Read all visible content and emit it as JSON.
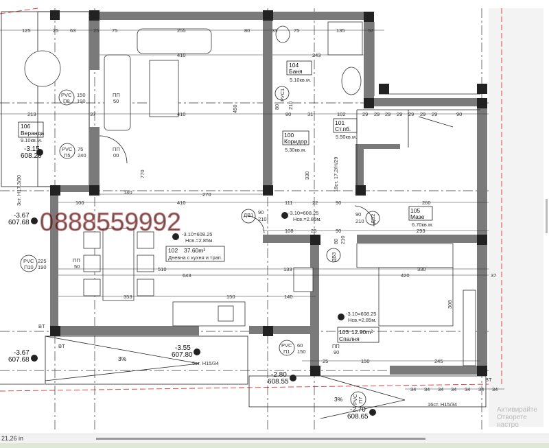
{
  "watermark_phone": "0888559992",
  "rooms": {
    "veranda": {
      "number": "106",
      "name": "Веранда",
      "area": "9.10кв.м."
    },
    "living": {
      "number": "102",
      "area": "37.60m²",
      "name": "Дневна с кухня и трап."
    },
    "bath": {
      "number": "104",
      "name": "Баня",
      "area": "5.10кв.м."
    },
    "corridor": {
      "number": "100",
      "name": "Коридор",
      "area": "5.30кв.м."
    },
    "stair": {
      "number": "101",
      "name": "Ст.пб.",
      "area": "5.50кв.м."
    },
    "cellar": {
      "number": "105",
      "name": "Мазе",
      "area": "6.70кв.м."
    },
    "bedroom": {
      "number": "103",
      "area": "12.90m²",
      "name": "Спалня"
    }
  },
  "levels": {
    "veranda": [
      "-3.15",
      "608.20"
    ],
    "outside_top": [
      "-3.67",
      "607.68"
    ],
    "outside_bottom": [
      "-3.67",
      "607.68"
    ],
    "living": [
      "-3.10=608.25",
      "Нсв.=2.85м."
    ],
    "corridor": [
      "-3.10=608.25",
      "Нсв.=2.85м."
    ],
    "bedroom": [
      "-3.10=608.25",
      "Нсв.=2.85м."
    ],
    "terrace": [
      "-3.55",
      "607.80"
    ],
    "entry1": [
      "-2.80",
      "608.55"
    ],
    "entry2": [
      "-2.70",
      "608.65"
    ]
  },
  "stairs": {
    "s1": "3ст. H17.3/30",
    "s2": "18ст. 17.2/H/29",
    "s3": "5ст. H15/34",
    "s4": "16ст. H15/34"
  },
  "slopes": [
    "3%",
    "3%"
  ],
  "openings": {
    "p8": [
      "PVC",
      "П8",
      "150",
      "190"
    ],
    "p5": [
      "PVC",
      "П5",
      "75",
      "240"
    ],
    "p10": [
      "PVC",
      "П10",
      "225",
      "190"
    ],
    "p1": [
      "PVC",
      "П1",
      "60",
      "150"
    ],
    "p7": [
      "PVC",
      "П7"
    ],
    "dv1": [
      "ДВ1",
      "90",
      "210"
    ],
    "dv2": [
      "ДВ2",
      "90",
      "210"
    ],
    "dv3": [
      "ДВ3",
      "80",
      "210"
    ],
    "rus1": [
      "РУС1",
      "80",
      "210"
    ],
    "pp": [
      "ПП",
      "50",
      "ПП",
      "00",
      "ПП",
      "50",
      "ПП",
      "90"
    ],
    "bt": [
      "BT",
      "BT",
      "BT"
    ]
  },
  "dims": [
    "125",
    "25",
    "63",
    "25",
    "75",
    "255",
    "80",
    "33",
    "75",
    "135",
    "57",
    "410",
    "243",
    "213",
    "37",
    "410",
    "80",
    "31",
    "102",
    "29",
    "29",
    "29",
    "29",
    "29",
    "29",
    "29",
    "90",
    "270",
    "100",
    "410",
    "111",
    "22",
    "90",
    "260",
    "108",
    "25",
    "90",
    "293",
    "510",
    "643",
    "353",
    "150",
    "133",
    "140",
    "330",
    "420",
    "37",
    "25",
    "150",
    "245",
    "34",
    "34",
    "34",
    "34",
    "34",
    "34",
    "34",
    "308",
    "330",
    "450",
    "770",
    "140"
  ],
  "status_bar": {
    "measure": "21,26 in"
  },
  "os_watermark": [
    "Активирайте",
    "Отворете настро"
  ],
  "colors": {
    "wall": "#7a7a7a",
    "watermark": "#e05050",
    "property_line": "#dd3333"
  }
}
